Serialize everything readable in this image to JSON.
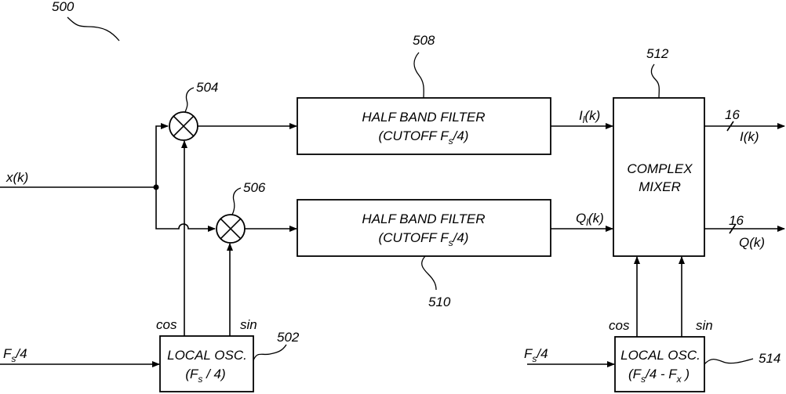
{
  "figure": {
    "ref": "500"
  },
  "input": {
    "signal_label": "x(k)"
  },
  "mixers": [
    {
      "ref": "504"
    },
    {
      "ref": "506"
    }
  ],
  "filters": [
    {
      "ref": "508",
      "line1": "HALF BAND FILTER",
      "line2_prefix": "(CUTOFF F",
      "line2_sub": "s",
      "line2_suffix": "/4)"
    },
    {
      "ref": "510",
      "line1": "HALF BAND FILTER",
      "line2_prefix": "(CUTOFF F",
      "line2_sub": "s",
      "line2_suffix": "/4)"
    }
  ],
  "filter_outputs": [
    {
      "main": "I",
      "sub": "l",
      "suffix": "(k)"
    },
    {
      "main": "Q",
      "sub": "l",
      "suffix": "(k)"
    }
  ],
  "complex_mixer": {
    "ref": "512",
    "line1": "COMPLEX",
    "line2": "MIXER"
  },
  "outputs": [
    {
      "bus_width": "16",
      "label": "I(k)"
    },
    {
      "bus_width": "16",
      "label": "Q(k)"
    }
  ],
  "local_osc_1": {
    "ref": "502",
    "line1": "LOCAL OSC.",
    "line2_prefix": "(F",
    "line2_sub": "s",
    "line2_suffix": " / 4)",
    "input_main": "F",
    "input_sub": "s",
    "input_suffix": "/4",
    "cos_label": "cos",
    "sin_label": "sin"
  },
  "local_osc_2": {
    "ref": "514",
    "line1": "LOCAL OSC.",
    "line2_prefix": "(F",
    "line2_sub": "s",
    "line2_mid": "/4 - F",
    "line2_sub2": "x",
    "line2_suffix": " )",
    "input_main": "F",
    "input_sub": "s",
    "input_suffix": "/4",
    "cos_label": "cos",
    "sin_label": "sin"
  }
}
